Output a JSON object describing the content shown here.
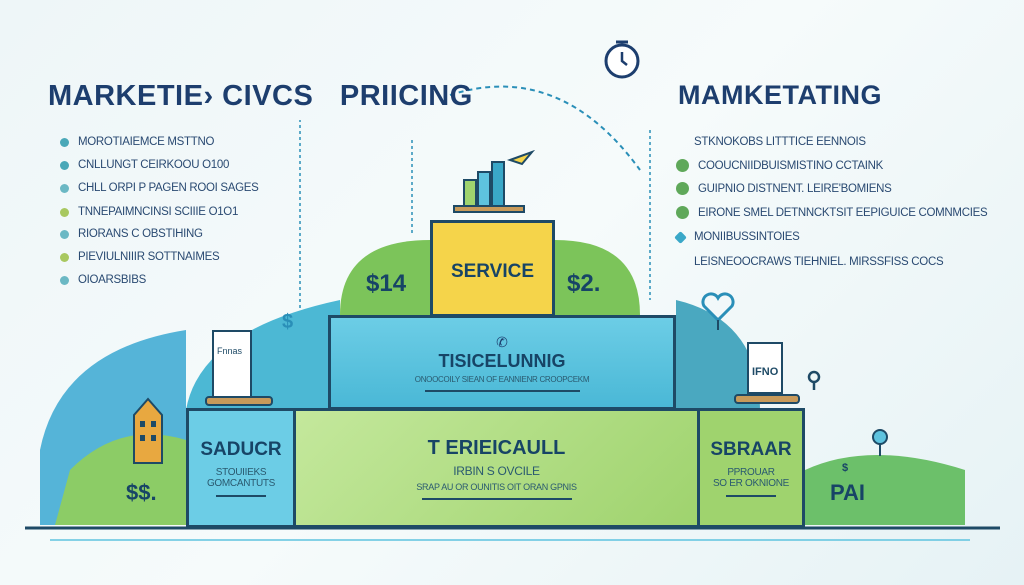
{
  "titles": {
    "left": "MARKETIE› CIVCS",
    "center": "PRIICING",
    "right": "MAMKETATING"
  },
  "left_list": [
    "MOROTIAIEMCE MSTTNO",
    "CNLLUNGT CEIRKOOU O100",
    "CHLL ORPI P PAGEN ROOI SAGES",
    "TNNEPAIMNCINSI SCIIIE O1O1",
    "RIORANS C OBSTIHING",
    "PIEVIULNIIIR SOTTNAIMES",
    "OIOARSBIBS"
  ],
  "left_dot_colors": [
    "#4aa8b8",
    "#4aa8b8",
    "#6bb8c4",
    "#a8c860",
    "#6bb8c4",
    "#a8c860",
    "#6bb8c4"
  ],
  "right_list": [
    "STKNOKOBS LITTTICE EENNOIS",
    "COOUCNIIDBUISMISTINO CCTAINK",
    "GUIPNIO DISTNENT. LEIRE'BOMIENS",
    "EIRONE SMEL DETNNCKTSIT EEPIGUICE COMNMCIES",
    "MONIIBUSSINTOIES",
    "LEISNEOOCRAWS TIEHNIEL. MIRSSFISS COCS"
  ],
  "right_icon_colors": [
    "#ffffff",
    "#5fa85a",
    "#5fa85a",
    "#5fa85a",
    "#3aa8c8",
    "#ffffff"
  ],
  "pyramid": {
    "top": {
      "label": "SERVICE",
      "left_price": "$14",
      "right_price": "$2."
    },
    "middle": {
      "label": "TISICELUNNIG",
      "sub": "ONOOCOILY SIEAN OF EANNIENR CROOPCEKM"
    },
    "bottom_left": {
      "label": "SADUCR",
      "sub1": "STOUIIEKS",
      "sub2": "GOMCANTUTS"
    },
    "bottom_center": {
      "label": "T ERIEICAULL",
      "sub1": "IRBIN S OVCILE",
      "sub2": "SRAP AU OR OUNITIS OIT ORAN GPNIS"
    },
    "bottom_right": {
      "label": "SBRAAR",
      "sub1": "PPROUAR",
      "sub2": "SO ER OKNIONE"
    }
  },
  "side": {
    "left_hill_price": "$$.",
    "right_hill_top": "$",
    "right_hill_price": "PAI",
    "left_doc": "Fnnas",
    "right_doc": "IFNO"
  },
  "colors": {
    "navy": "#1d3e6e",
    "yellow": "#f5d44a",
    "blue": "#5ec3df",
    "green": "#9fd36e",
    "hill_green": "#7cc45a"
  }
}
